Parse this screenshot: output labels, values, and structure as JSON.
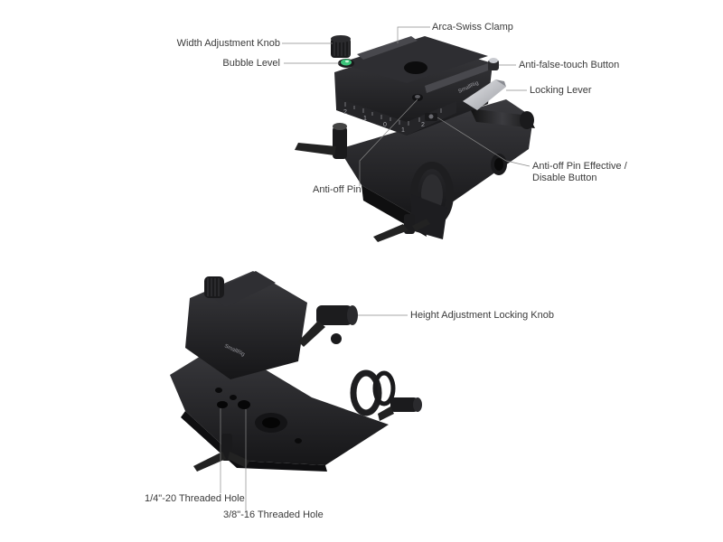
{
  "callouts": {
    "width_adjustment_knob": "Width Adjustment Knob",
    "bubble_level": "Bubble Level",
    "arca_swiss_clamp": "Arca-Swiss Clamp",
    "anti_false_touch_button": "Anti-false-touch Button",
    "locking_lever": "Locking Lever",
    "anti_off_pin_effective_line1": "Anti-off Pin Effective /",
    "anti_off_pin_effective_line2": "Disable Button",
    "anti_off_pin": "Anti-off Pin",
    "height_adjustment_locking_knob": "Height Adjustment Locking Knob",
    "threaded_hole_quarter": "1/4\"-20 Threaded Hole",
    "threaded_hole_three_eighths": "3/8\"-16 Threaded Hole"
  },
  "product": {
    "brand_mark": "SmallRig",
    "scale_marks": [
      "2",
      "1",
      "0",
      "1",
      "2"
    ]
  },
  "colors": {
    "metal_dark": "#1c1c1e",
    "metal_mid": "#2c2c2f",
    "metal_light": "#4a4a4e",
    "highlight": "#7a7a80",
    "bubble": "#3cc47a",
    "lever_silver": "#c9cbd0",
    "leader_line": "#8a8a8a"
  }
}
